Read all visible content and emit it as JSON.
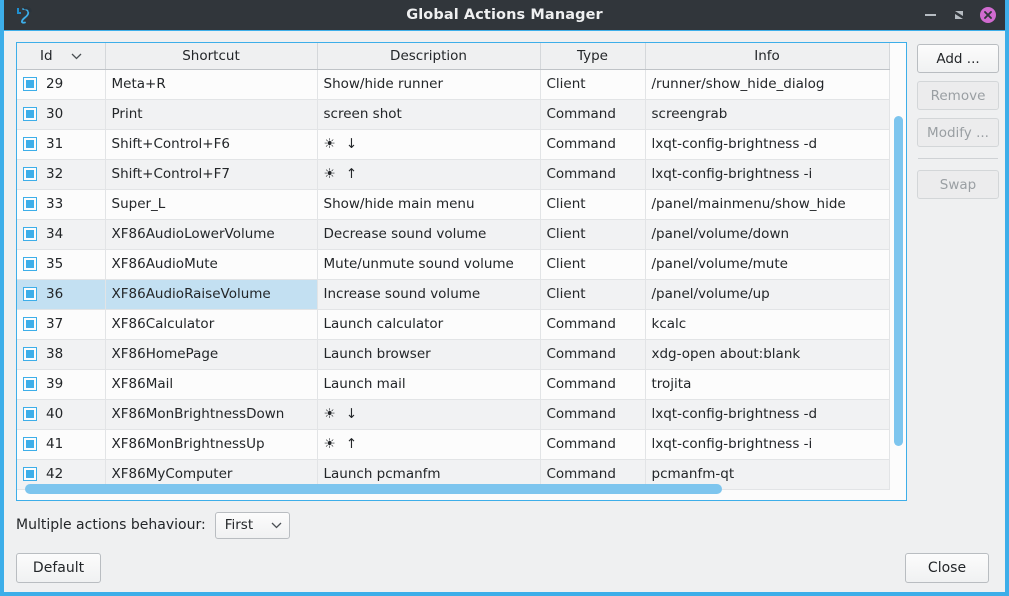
{
  "window": {
    "title": "Global Actions Manager",
    "icon": "lxqt-logo-icon",
    "minimize_label": "–",
    "maximize_label": "⤡",
    "close_label": "×",
    "accent_color": "#3daee9",
    "titlebar_color": "#31363b",
    "close_button_color": "#d06bd0"
  },
  "table": {
    "columns": [
      {
        "key": "id",
        "label": "Id",
        "sorted": true,
        "sort_icon": "chevron-down-icon"
      },
      {
        "key": "shortcut",
        "label": "Shortcut"
      },
      {
        "key": "description",
        "label": "Description"
      },
      {
        "key": "type",
        "label": "Type"
      },
      {
        "key": "info",
        "label": "Info"
      }
    ],
    "rows": [
      {
        "id": "29",
        "checked": true,
        "shortcut": "Meta+R",
        "description": "Show/hide runner",
        "type": "Client",
        "info": "/runner/show_hide_dialog",
        "selected": false
      },
      {
        "id": "30",
        "checked": true,
        "shortcut": "Print",
        "description": "screen shot",
        "type": "Command",
        "info": "screengrab",
        "selected": false
      },
      {
        "id": "31",
        "checked": true,
        "shortcut": "Shift+Control+F6",
        "description": "☀ ↓",
        "type": "Command",
        "info": "lxqt-config-brightness -d",
        "selected": false
      },
      {
        "id": "32",
        "checked": true,
        "shortcut": "Shift+Control+F7",
        "description": "☀ ↑",
        "type": "Command",
        "info": "lxqt-config-brightness -i",
        "selected": false
      },
      {
        "id": "33",
        "checked": true,
        "shortcut": "Super_L",
        "description": "Show/hide main menu",
        "type": "Client",
        "info": "/panel/mainmenu/show_hide",
        "selected": false
      },
      {
        "id": "34",
        "checked": true,
        "shortcut": "XF86AudioLowerVolume",
        "description": "Decrease sound volume",
        "type": "Client",
        "info": "/panel/volume/down",
        "selected": false
      },
      {
        "id": "35",
        "checked": true,
        "shortcut": "XF86AudioMute",
        "description": "Mute/unmute sound volume",
        "type": "Client",
        "info": "/panel/volume/mute",
        "selected": false
      },
      {
        "id": "36",
        "checked": true,
        "shortcut": "XF86AudioRaiseVolume",
        "description": "Increase sound volume",
        "type": "Client",
        "info": "/panel/volume/up",
        "selected": true
      },
      {
        "id": "37",
        "checked": true,
        "shortcut": "XF86Calculator",
        "description": "Launch calculator",
        "type": "Command",
        "info": "kcalc",
        "selected": false
      },
      {
        "id": "38",
        "checked": true,
        "shortcut": "XF86HomePage",
        "description": "Launch browser",
        "type": "Command",
        "info": "xdg-open about:blank",
        "selected": false
      },
      {
        "id": "39",
        "checked": true,
        "shortcut": "XF86Mail",
        "description": "Launch mail",
        "type": "Command",
        "info": "trojita",
        "selected": false
      },
      {
        "id": "40",
        "checked": true,
        "shortcut": "XF86MonBrightnessDown",
        "description": "☀ ↓",
        "type": "Command",
        "info": "lxqt-config-brightness -d",
        "selected": false
      },
      {
        "id": "41",
        "checked": true,
        "shortcut": "XF86MonBrightnessUp",
        "description": "☀ ↑",
        "type": "Command",
        "info": "lxqt-config-brightness -i",
        "selected": false
      },
      {
        "id": "42",
        "checked": true,
        "shortcut": "XF86MyComputer",
        "description": "Launch pcmanfm",
        "type": "Command",
        "info": "pcmanfm-qt",
        "selected": false
      }
    ]
  },
  "side_buttons": [
    {
      "label": "Add ...",
      "name": "add-button",
      "enabled": true
    },
    {
      "label": "Remove",
      "name": "remove-button",
      "enabled": false
    },
    {
      "label": "Modify ...",
      "name": "modify-button",
      "enabled": false
    },
    {
      "label": "Swap",
      "name": "swap-button",
      "enabled": false
    }
  ],
  "bottom": {
    "behaviour_label": "Multiple actions behaviour:",
    "behaviour_value": "First",
    "behaviour_chevron": "chevron-down-icon",
    "default_label": "Default",
    "close_label": "Close"
  }
}
